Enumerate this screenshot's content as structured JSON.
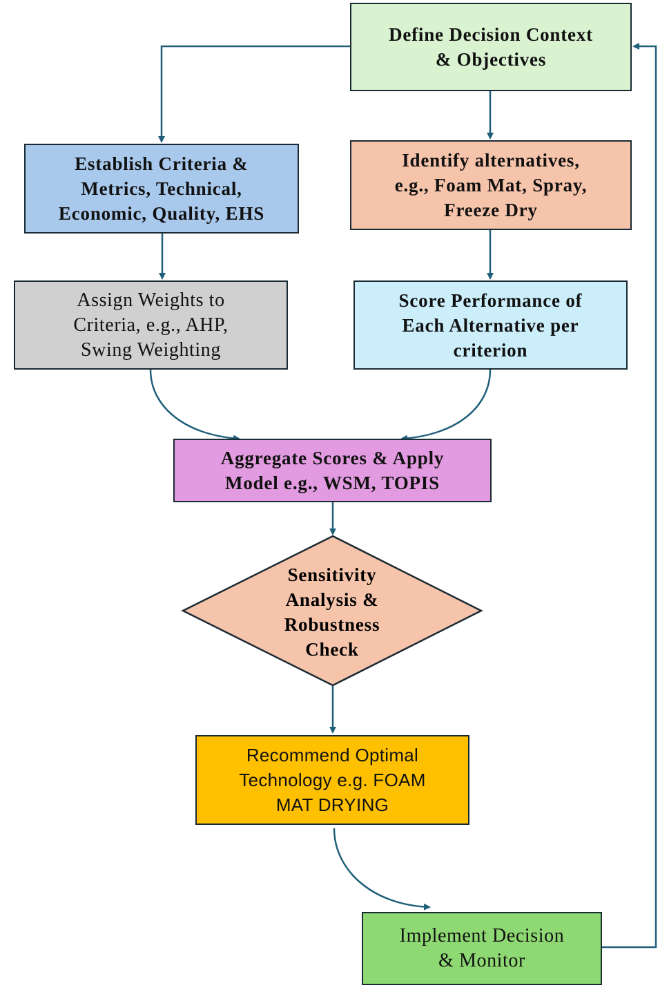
{
  "diagram": {
    "type": "flowchart",
    "colors": {
      "connector": "#1f5f7a",
      "border": "#1a2a33",
      "define": "#d9f2d0",
      "criteria": "#a8c9ec",
      "alternatives": "#f5c4ab",
      "weights": "#d0d0d0",
      "score": "#cbeefa",
      "aggregate": "#e29be0",
      "sensitivity": "#f5c4ab",
      "recommend": "#ffc000",
      "implement": "#8ed973"
    },
    "nodes": {
      "define": {
        "shape": "rectangle",
        "text": "Define Decision Context\n& Objectives"
      },
      "criteria": {
        "shape": "rectangle",
        "text": "Establish Criteria &\nMetrics,  Technical,\nEconomic, Quality, EHS"
      },
      "alternatives": {
        "shape": "rectangle",
        "text": "Identify alternatives,\ne.g., Foam Mat, Spray,\nFreeze Dry"
      },
      "weights": {
        "shape": "rectangle",
        "text": "Assign  Weights to\nCriteria, e.g., AHP,\nSwing  Weighting"
      },
      "score": {
        "shape": "rectangle",
        "text": "Score Performance of\nEach Alternative per\ncriterion"
      },
      "aggregate": {
        "shape": "rectangle",
        "text": "Aggregate Scores & Apply\nModel e.g., WSM, TOPIS"
      },
      "sensitivity": {
        "shape": "diamond",
        "text": "Sensitivity\nAnalysis &\nRobustness\nCheck"
      },
      "recommend": {
        "shape": "rectangle",
        "text": "Recommend Optimal\nTechnology e.g.  FOAM\nMAT DRYING"
      },
      "implement": {
        "shape": "rectangle",
        "text": "Implement Decision\n& Monitor"
      }
    },
    "edges": [
      {
        "from": "define",
        "to": "criteria",
        "style": "elbow"
      },
      {
        "from": "define",
        "to": "alternatives",
        "style": "straight"
      },
      {
        "from": "criteria",
        "to": "weights",
        "style": "straight"
      },
      {
        "from": "alternatives",
        "to": "score",
        "style": "straight"
      },
      {
        "from": "weights",
        "to": "aggregate",
        "style": "curved"
      },
      {
        "from": "score",
        "to": "aggregate",
        "style": "curved"
      },
      {
        "from": "aggregate",
        "to": "sensitivity",
        "style": "straight"
      },
      {
        "from": "sensitivity",
        "to": "recommend",
        "style": "straight"
      },
      {
        "from": "recommend",
        "to": "implement",
        "style": "curved"
      },
      {
        "from": "implement",
        "to": "define",
        "style": "elbow-loop"
      }
    ]
  }
}
